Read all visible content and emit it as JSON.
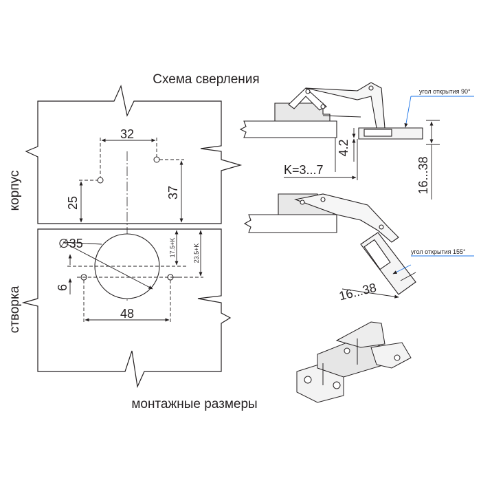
{
  "title": "Схема сверления",
  "caption": "монтажные размеры",
  "side_labels": {
    "top": "корпус",
    "bottom": "створка"
  },
  "plan_dims": {
    "hole_spacing": "32",
    "offset_37": "37",
    "offset_25": "25",
    "cup_diameter": "∅35",
    "cup_offset_1": "17.5+K",
    "cup_offset_2": "23.5+K",
    "screw_offset": "6",
    "screw_spacing": "48"
  },
  "view_90": {
    "depth": "4.2",
    "k_range": "K=3...7",
    "thickness": "16...38",
    "angle_label": "угол открытия 90°"
  },
  "view_155": {
    "thickness": "16...38",
    "angle_label": "угол открытия 155°"
  }
}
